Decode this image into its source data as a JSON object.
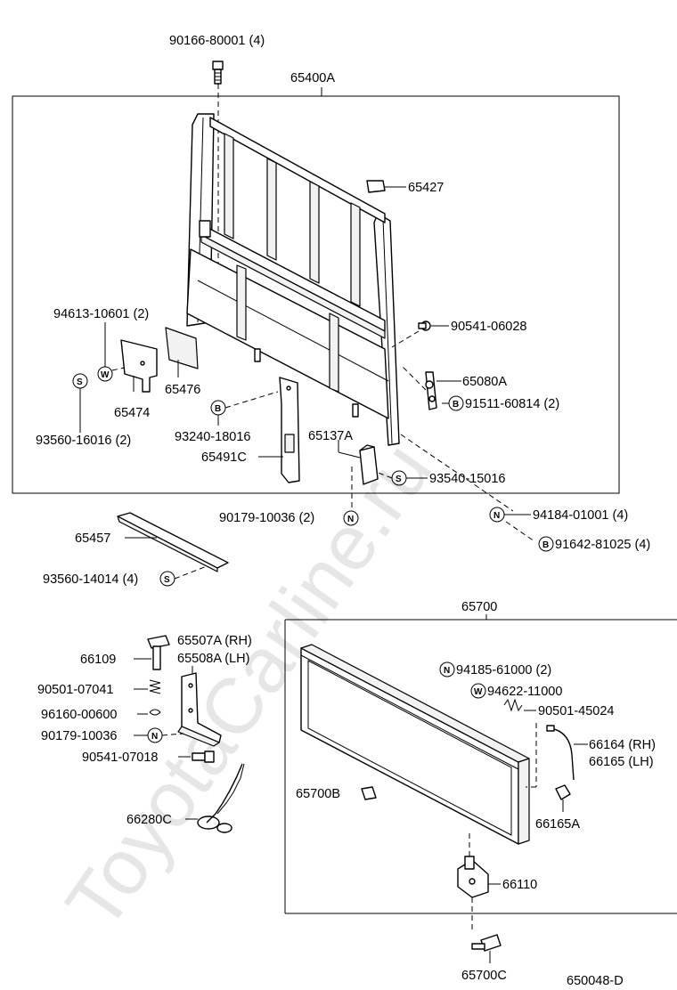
{
  "watermark": "ToyotaCarline.ru",
  "labels": {
    "bolt_top": "90166-80001 (4)",
    "assy_header": "65400A",
    "p65427": "65427",
    "p90541_06028": "90541-06028",
    "p65080a": "65080A",
    "p91511": "91511-60814 (2)",
    "p94613": "94613-10601 (2)",
    "p65476": "65476",
    "p65474": "65474",
    "p93560_16016": "93560-16016 (2)",
    "p93240": "93240-18016",
    "p65491c": "65491C",
    "p65137a": "65137A",
    "p93540": "93540-15016",
    "p90179_10036_top": "90179-10036 (2)",
    "p94184": "94184-01001 (4)",
    "p91642": "91642-81025 (4)",
    "p65457": "65457",
    "p93560_14014": "93560-14014 (4)",
    "assy_tailgate": "65700",
    "p66109": "66109",
    "p65507a": "65507A (RH)",
    "p65508a": "65508A (LH)",
    "p90501_07041": "90501-07041",
    "p96160": "96160-00600",
    "p90179_10036": "90179-10036",
    "p90541_07018": "90541-07018",
    "p66280c": "66280C",
    "p94185": "94185-61000 (2)",
    "p94622": "94622-11000",
    "p90501_45024": "90501-45024",
    "p66164": "66164 (RH)",
    "p66165": "66165 (LH)",
    "p65700b": "65700B",
    "p66165a": "66165A",
    "p66110": "66110",
    "p65700c": "65700C",
    "drawing_no": "650048-D"
  },
  "symbols": {
    "s": "S",
    "w": "W",
    "b": "B",
    "n": "N"
  }
}
